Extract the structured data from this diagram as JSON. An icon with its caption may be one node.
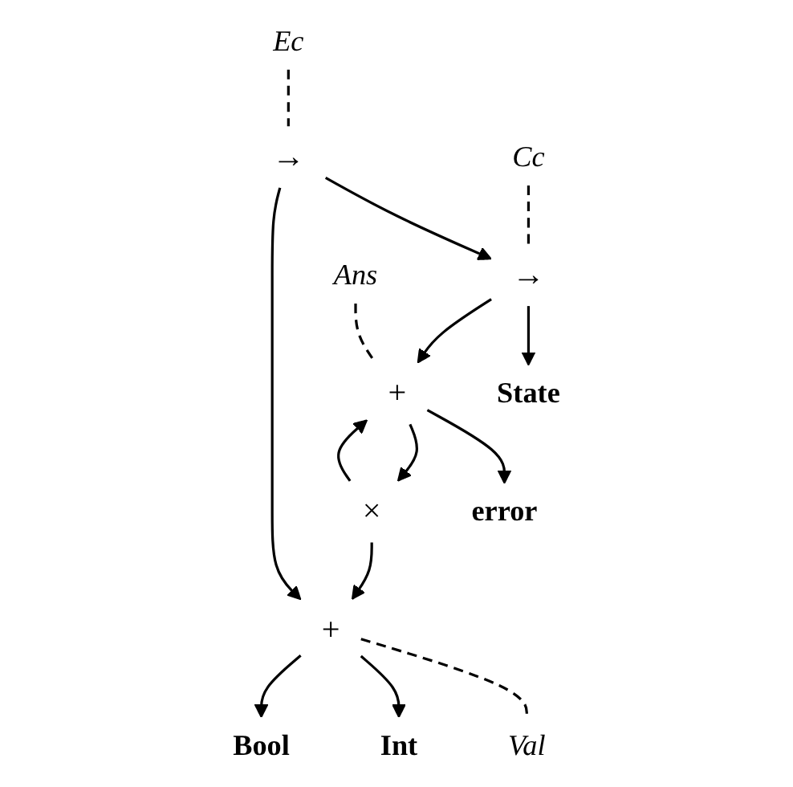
{
  "diagram": {
    "nodes": [
      {
        "text": [
          "Ec"
        ]
      },
      {
        "text": [
          "→"
        ]
      },
      {
        "text": [
          "Cc"
        ]
      },
      {
        "text": [
          "→"
        ]
      },
      {
        "text": [
          "Ans"
        ]
      },
      {
        "text": [
          "State"
        ]
      },
      {
        "text": [
          "+"
        ]
      },
      {
        "text": [
          "error"
        ]
      },
      {
        "text": [
          "×"
        ]
      },
      {
        "text": [
          "+"
        ]
      },
      {
        "text": [
          "Val"
        ]
      },
      {
        "text": [
          "Int"
        ]
      },
      {
        "text": [
          "Bool"
        ]
      }
    ],
    "edges": [
      {
        "from": 0,
        "to": 1,
        "arrow": "none",
        "style": "dashed"
      },
      {
        "from": 1,
        "to": 3,
        "arrow": "to"
      },
      {
        "from": 2,
        "to": 3,
        "arrow": "none",
        "style": "dashed"
      },
      {
        "from": 3,
        "to": 5,
        "arrow": "to"
      },
      {
        "from": 3,
        "to": 6,
        "arrow": "to"
      },
      {
        "from": 4,
        "to": 6,
        "arrow": "none",
        "style": "dashed"
      },
      {
        "from": 6,
        "to": 7,
        "arrow": "to"
      },
      {
        "from": 6,
        "to": 8,
        "arrow": "to"
      },
      {
        "from": 8,
        "to": 6,
        "arrow": "to"
      },
      {
        "from": 8,
        "to": 9,
        "arrow": "to"
      },
      {
        "from": 1,
        "to": 9,
        "arrow": "to"
      },
      {
        "from": 9,
        "to": 10,
        "arrow": "none",
        "style": "dashed"
      },
      {
        "from": 9,
        "to": 11,
        "arrow": "to"
      },
      {
        "from": 9,
        "to": 12,
        "arrow": "to"
      }
    ]
  }
}
